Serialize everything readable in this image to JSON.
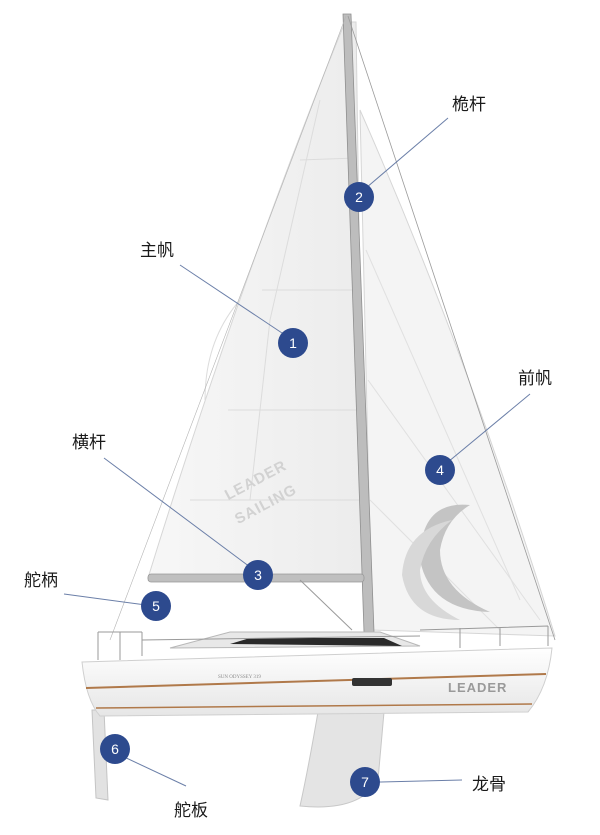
{
  "parts": [
    {
      "number": "1",
      "name": "主帆"
    },
    {
      "number": "2",
      "name": "桅杆"
    },
    {
      "number": "3",
      "name": "横杆"
    },
    {
      "number": "4",
      "name": "前帆"
    },
    {
      "number": "5",
      "name": "舵柄"
    },
    {
      "number": "6",
      "name": "舵板"
    },
    {
      "number": "7",
      "name": "龙骨"
    }
  ],
  "boat": {
    "sail_watermark_line1": "LEADER",
    "sail_watermark_line2": "SAILING",
    "hull_brand": "LEADER",
    "hull_model": "SUN ODYSSEY 319"
  },
  "colors": {
    "marker": "#2d4a8e",
    "leader_line": "#6b7fa8",
    "hull": "#f2f2f2",
    "hull_stripe": "#b0794a"
  }
}
